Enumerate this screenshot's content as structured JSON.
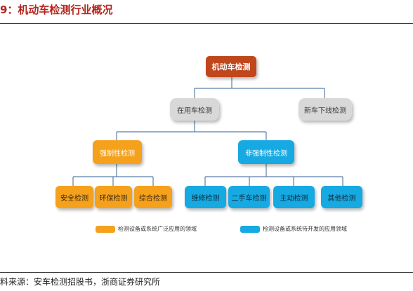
{
  "header": {
    "title": "9：机动车检测行业概况"
  },
  "diagram": {
    "root": "机动车检测",
    "level1": [
      "在用车检测",
      "新车下线检测"
    ],
    "level2": [
      "强制性检测",
      "非强制性检测"
    ],
    "mandatory_children": [
      "安全检测",
      "环保检测",
      "综合检测"
    ],
    "optional_children": [
      "维修检测",
      "二手车检测",
      "主动检测",
      "其他检测"
    ]
  },
  "legend": [
    {
      "label": "检测设备或系统广泛应用的领域",
      "color": "#f5a11c"
    },
    {
      "label": "检测设备或系统待开发的应用领域",
      "color": "#16a9e2"
    }
  ],
  "footer": {
    "source": "料来源：安车检测招股书，浙商证券研究所"
  },
  "colors": {
    "title": "#b5261e",
    "root": "#c0461c",
    "gray": "#d8d8d8",
    "orange": "#f5a11c",
    "blue": "#16a9e2",
    "connector": "#5b7fa6"
  }
}
